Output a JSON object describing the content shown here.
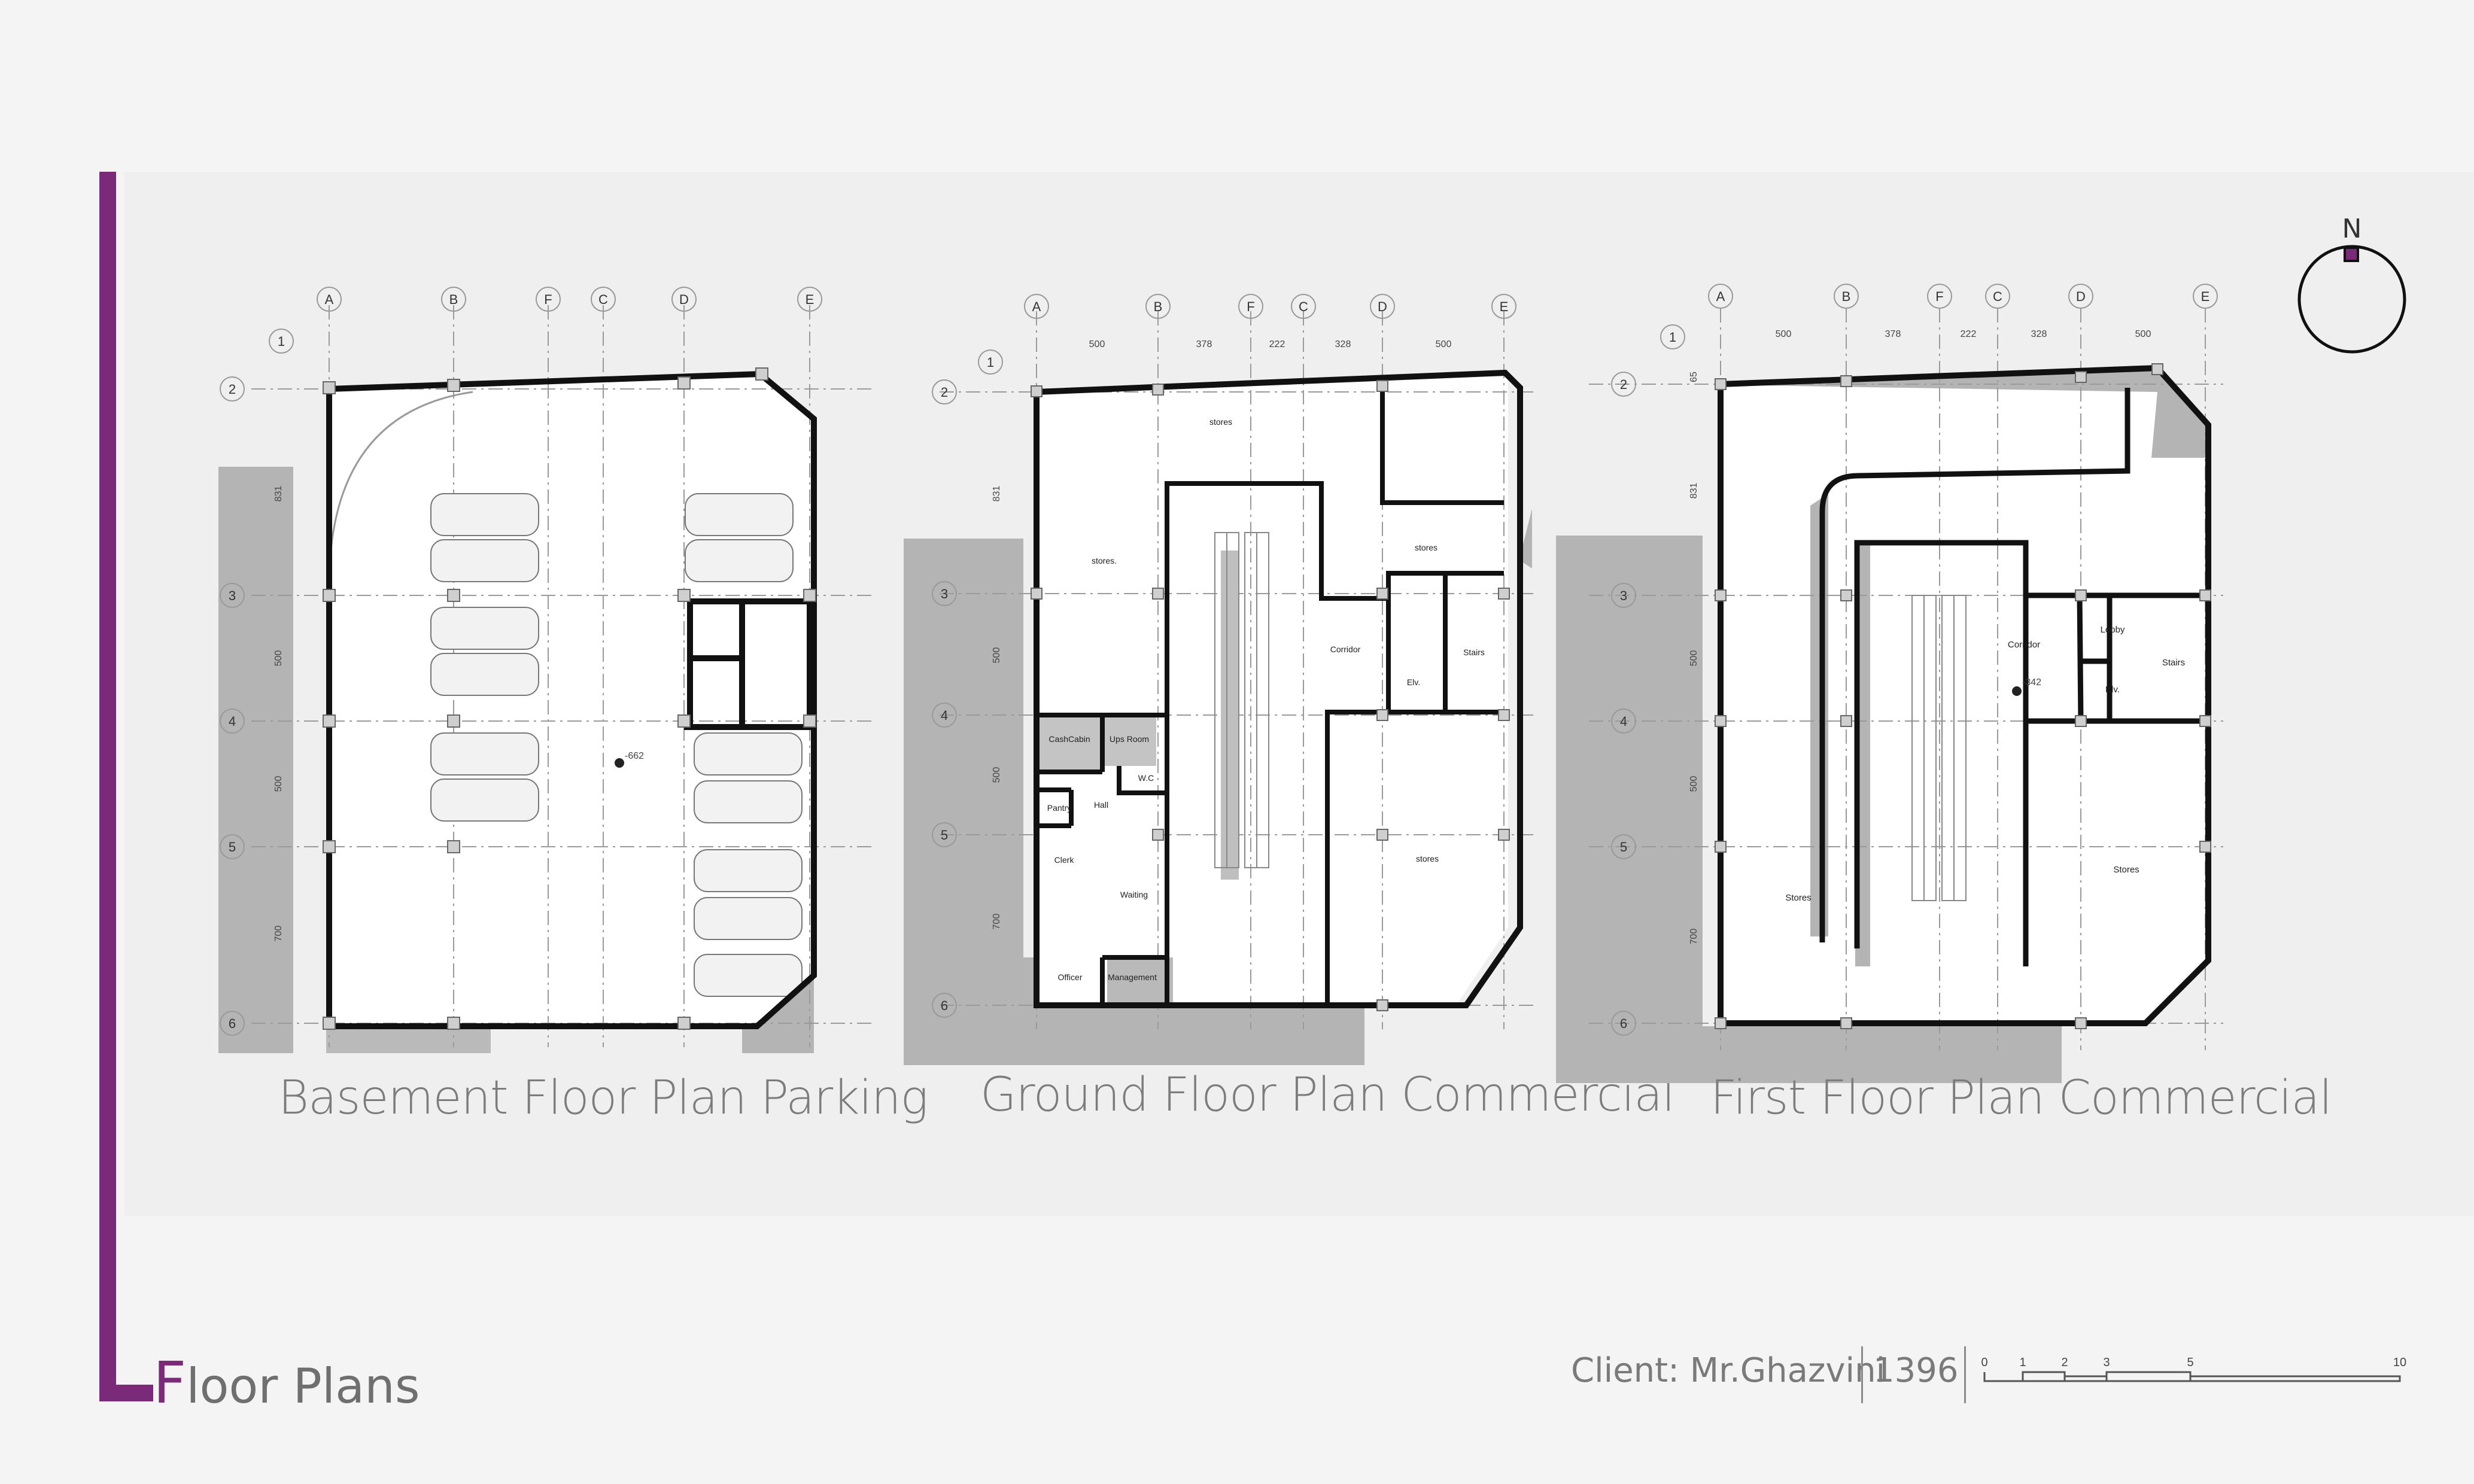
{
  "sheet": {
    "title_initial": "F",
    "title_rest": "loor Plans",
    "client": "Client: Mr.Ghazvini",
    "year": "1396"
  },
  "colors": {
    "accent": "#7a2a78",
    "shadow": "#b4b4b4",
    "wall": "#111111"
  },
  "compass": {
    "label": "N"
  },
  "scale_bar": {
    "ticks": [
      "0",
      "1",
      "2",
      "3",
      "5",
      "10"
    ]
  },
  "grid": {
    "columns": [
      "A",
      "B",
      "F",
      "C",
      "D",
      "E"
    ],
    "rows": [
      "1",
      "2",
      "3",
      "4",
      "5",
      "6"
    ],
    "col_dims": [
      "500",
      "378",
      "222",
      "328",
      "500"
    ],
    "row_dims_basement": [
      "831",
      "500",
      "500",
      "700"
    ],
    "row_dims_ground": [
      "831",
      "500",
      "500",
      "700"
    ],
    "row_dims_first": [
      "65",
      "831",
      "500",
      "500",
      "700"
    ]
  },
  "plans": [
    {
      "caption": "Basement Floor Plan Parking",
      "level": "-662"
    },
    {
      "caption": "Ground Floor Plan Commercial",
      "rooms": [
        "stores",
        "stores.",
        "stores",
        "Corridor",
        "Stairs",
        "Elv.",
        "CashCabin",
        "Ups Room",
        "W.C",
        "Pantry",
        "Hall",
        "Clerk",
        "Waiting",
        "Officer",
        "Management",
        "stores"
      ]
    },
    {
      "caption": "First Floor Plan Commercial",
      "level": "-342",
      "rooms": [
        "Corridor",
        "Lobby",
        "Stairs",
        "Elv.",
        "Stores",
        "Stores"
      ]
    }
  ]
}
